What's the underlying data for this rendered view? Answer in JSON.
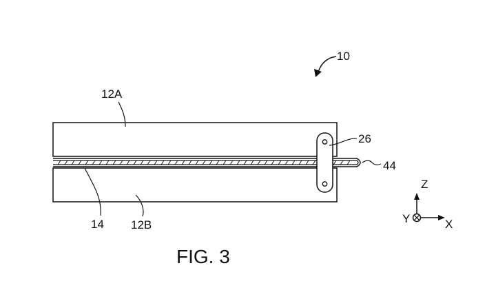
{
  "figure": {
    "reference_numeral": "10",
    "labels": {
      "upper_plate": "12A",
      "lower_plate": "12B",
      "strip": "14",
      "clip": "26",
      "tube_end": "44"
    },
    "axes": {
      "z": "Z",
      "y": "Y",
      "x": "X"
    },
    "caption": "FIG. 3"
  },
  "colors": {
    "ink": "#111111",
    "background": "#ffffff"
  }
}
